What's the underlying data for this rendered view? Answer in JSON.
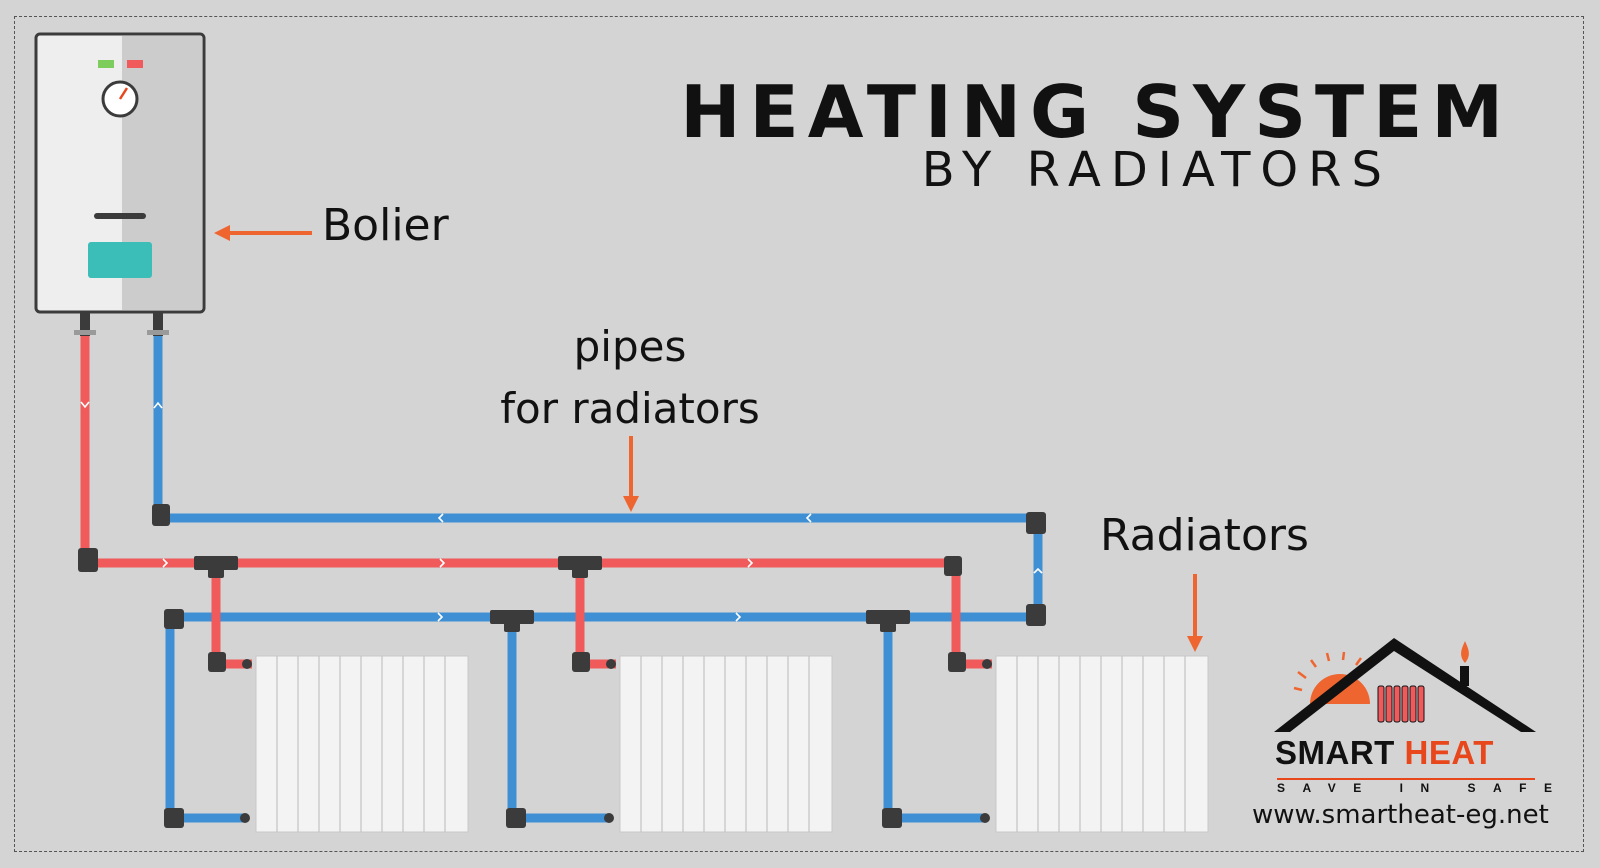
{
  "title": {
    "line1": "HEATING SYSTEM",
    "line2": "BY RADIATORS"
  },
  "labels": {
    "boiler": "Bolier",
    "pipes_line1": "pipes",
    "pipes_line2": "for radiators",
    "radiators": "Radiators"
  },
  "brand": {
    "name_part1": "SMART",
    "name_part2": "HEAT",
    "tagline": "SAVE IN SAFE",
    "url": "www.smartheat-eg.net"
  },
  "colors": {
    "background": "#d4d4d4",
    "hot_pipe": "#f05a5a",
    "cold_pipe": "#3e8fd4",
    "arrow": "#ef6530",
    "fitting": "#3b3b3b",
    "radiator": "#f3f3f3",
    "boiler_screen": "#3bbdb8",
    "brand_accent": "#e8471c"
  },
  "icons": [
    "boiler-icon",
    "radiator-icon",
    "pressure-gauge-icon",
    "house-logo-icon",
    "sun-icon",
    "flame-icon"
  ]
}
